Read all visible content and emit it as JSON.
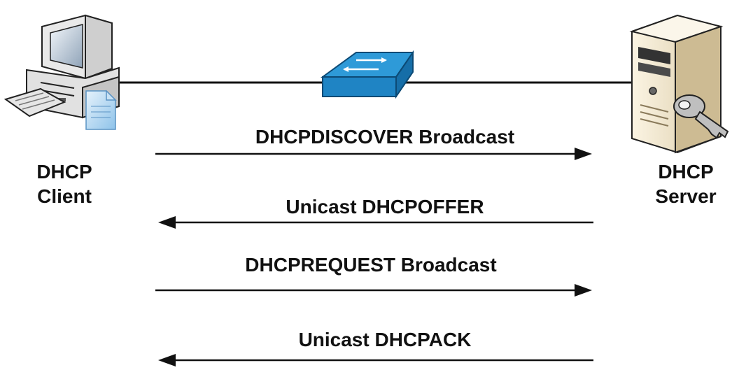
{
  "client": {
    "line1": "DHCP",
    "line2": "Client",
    "icon": "desktop-computer-icon"
  },
  "server": {
    "line1": "DHCP",
    "line2": "Server",
    "icon": "server-tower-with-key-icon"
  },
  "switch": {
    "icon": "network-switch-icon",
    "color": "#1f84c4"
  },
  "messages": [
    {
      "label": "DHCPDISCOVER Broadcast",
      "direction": "to-server"
    },
    {
      "label": "Unicast DHCPOFFER",
      "direction": "to-client"
    },
    {
      "label": "DHCPREQUEST Broadcast",
      "direction": "to-server"
    },
    {
      "label": "Unicast DHCPACK",
      "direction": "to-client"
    }
  ]
}
